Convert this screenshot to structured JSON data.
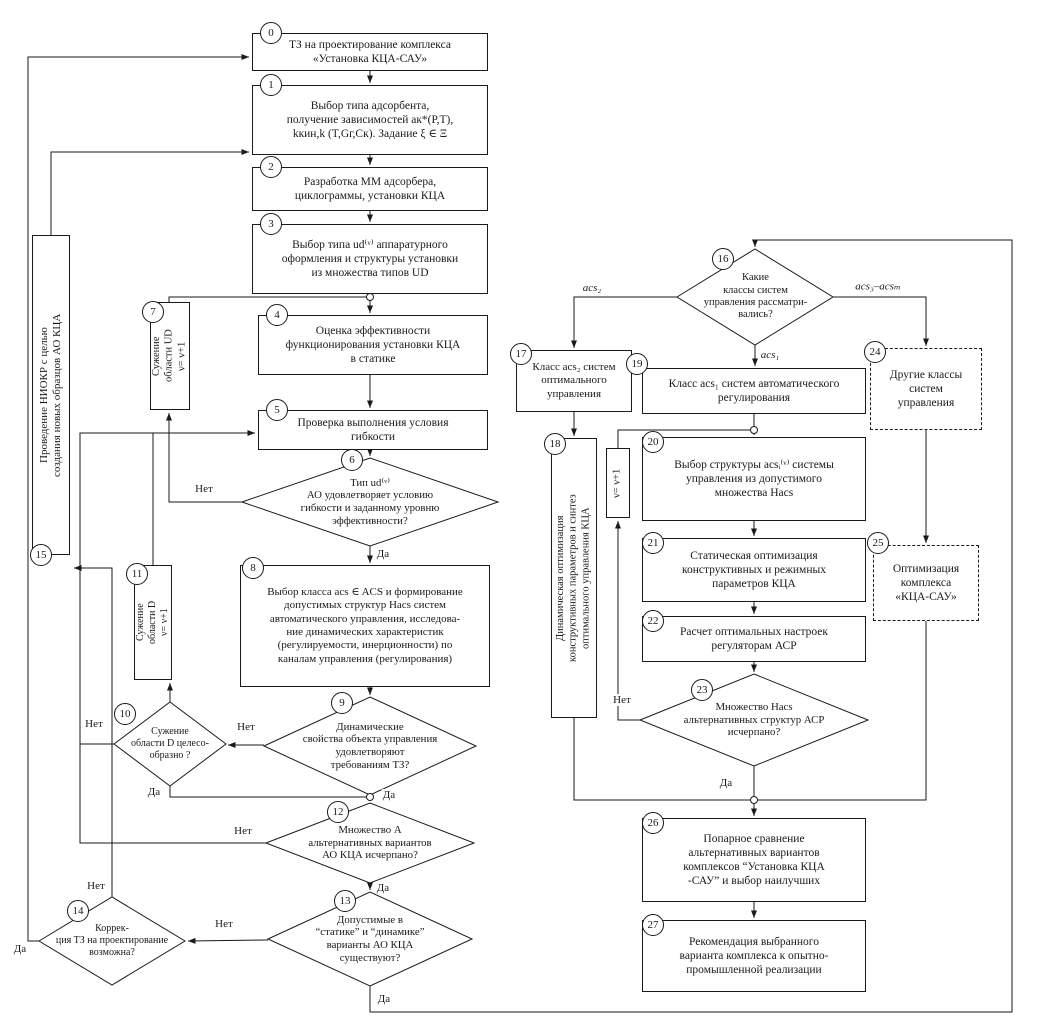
{
  "colors": {
    "ink": "#1a1a1a"
  },
  "edge_labels": {
    "yes": "Да",
    "no": "Нет",
    "acs1": "acs₁",
    "acs2": "acs₂",
    "acs3m": "acs₃–acsₘ"
  },
  "nodes": {
    "n0": {
      "num": "0",
      "text": "ТЗ на проектирование комплекса\n«Установка КЦА-САУ»"
    },
    "n1": {
      "num": "1",
      "text": "Выбор типа адсорбента,\nполучение зависимостей aк*(P,T),\nkкин,k (T,Gг,Cк). Задание ξ ∈ Ξ"
    },
    "n2": {
      "num": "2",
      "text": "Разработка ММ адсорбера,\nциклограммы, установки КЦА"
    },
    "n3": {
      "num": "3",
      "text": "Выбор типа ud⁽ᵛ⁾ аппаратурного\nоформления и структуры установки\nиз множества типов UD"
    },
    "n4": {
      "num": "4",
      "text": "Оценка эффективности\nфункционирования установки КЦА\nв статике"
    },
    "n5": {
      "num": "5",
      "text": "Проверка выполнения условия\nгибкости"
    },
    "n6": {
      "num": "6",
      "text": "Тип ud⁽ᵛ⁾\nАО удовлетворяет условию\nгибкости и заданному уровню\nэффективности?"
    },
    "n7": {
      "num": "7",
      "text": "Сужение\nобласти UD\nν= ν+1"
    },
    "n8": {
      "num": "8",
      "text": "Выбор класса acs ∈ ACS и формирование\nдопустимых структур Hacs систем\nавтоматического управления, исследова-\nние динамических характеристик\n(регулируемости, инерционности) по\nканалам управления (регулирования)"
    },
    "n9": {
      "num": "9",
      "text": "Динамические\nсвойства объекта управления\nудовлетворяют\nтребованиям ТЗ?"
    },
    "n10": {
      "num": "10",
      "text": "Сужение\nобласти D целесо-\nобразно ?"
    },
    "n11": {
      "num": "11",
      "text": "Сужение\nобласти D\nν= ν+1"
    },
    "n12": {
      "num": "12",
      "text": "Множество А\nальтернативных вариантов\nАО КЦА исчерпано?"
    },
    "n13": {
      "num": "13",
      "text": "Допустимые в\n“статике” и “динамике”\nварианты АО КЦА\nсуществуют?"
    },
    "n14": {
      "num": "14",
      "text": "Коррек-\nция ТЗ на проектирование\nвозможна?"
    },
    "n15": {
      "num": "15",
      "text": "Проведение НИОКР с целью\nсоздания новых образцов АО КЦА"
    },
    "n16": {
      "num": "16",
      "text": "Какие\nклассы систем\nуправления рассматри-\nвались?"
    },
    "n17": {
      "num": "17",
      "text": "Класс acs₂ систем\nоптимального\nуправления"
    },
    "n18": {
      "num": "18",
      "text": "Динамическая оптимизация\nконструктивных параметров и синтез\nоптимального управления КЦА"
    },
    "n19": {
      "num": "19",
      "text": "Класс acs₁ систем автоматического\nрегулирования"
    },
    "n20": {
      "num": "20",
      "text": "Выбор структуры acsᵢ⁽ᵛ⁾  системы\nуправления из допустимого\nмножества Hacs"
    },
    "n21": {
      "num": "21",
      "text": "Статическая оптимизация\nконструктивных и режимных\nпараметров КЦА"
    },
    "n22": {
      "num": "22",
      "text": "Расчет оптимальных настроек\nрегуляторам АСР"
    },
    "n23": {
      "num": "23",
      "text": "Множество Hacs\nальтернативных структур АСР\nисчерпано?"
    },
    "n24": {
      "num": "24",
      "text": "Другие классы\nсистем\nуправления"
    },
    "n25": {
      "num": "25",
      "text": "Оптимизация комплекса\n«КЦА-САУ»"
    },
    "n26": {
      "num": "26",
      "text": "Попарное сравнение\nальтернативных вариантов\nкомплексов “Установка КЦА\n-САУ” и выбор наилучших"
    },
    "n27": {
      "num": "27",
      "text": "Рекомендация выбранного\nварианта комплекса к опытно-\nпромышленной реализации"
    },
    "nNu": {
      "text": "ν= ν+1"
    }
  }
}
